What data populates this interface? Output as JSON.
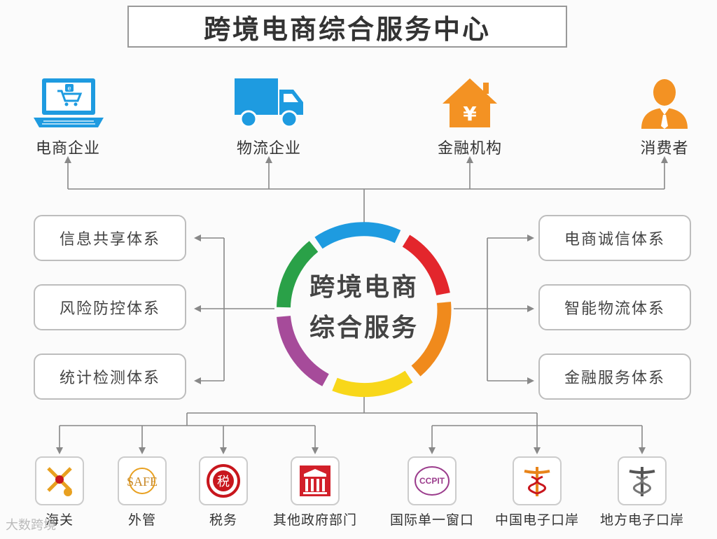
{
  "title": "跨境电商综合服务中心",
  "center": {
    "line1": "跨境电商",
    "line2": "综合服务"
  },
  "top_items": [
    {
      "label": "电商企业",
      "icon": "laptop-cart-icon"
    },
    {
      "label": "物流企业",
      "icon": "truck-icon"
    },
    {
      "label": "金融机构",
      "icon": "house-yen-icon"
    },
    {
      "label": "消费者",
      "icon": "person-icon"
    }
  ],
  "left_systems": [
    "信息共享体系",
    "风险防控体系",
    "统计检测体系"
  ],
  "right_systems": [
    "电商诚信体系",
    "智能物流体系",
    "金融服务体系"
  ],
  "gov_items": [
    {
      "label": "海关",
      "icon": "customs-emblem-icon"
    },
    {
      "label": "外管",
      "icon": "safe-logo-icon",
      "logo_text": "SAFE"
    },
    {
      "label": "税务",
      "icon": "tax-emblem-icon",
      "logo_text": "税"
    },
    {
      "label": "其他政府部门",
      "icon": "government-building-icon"
    },
    {
      "label": "国际单一窗口",
      "icon": "ccpit-logo-icon",
      "logo_text": "CCPIT"
    },
    {
      "label": "中国电子口岸",
      "icon": "caduceus-icon"
    },
    {
      "label": "地方电子口岸",
      "icon": "caduceus-gray-icon"
    }
  ],
  "ring_colors": [
    "#1e9be0",
    "#e3262c",
    "#f08a1c",
    "#f8d71a",
    "#a64b9a",
    "#2aa148"
  ],
  "accent_blue": "#1e9be0",
  "accent_orange": "#f39223",
  "watermark": "大数跨境"
}
